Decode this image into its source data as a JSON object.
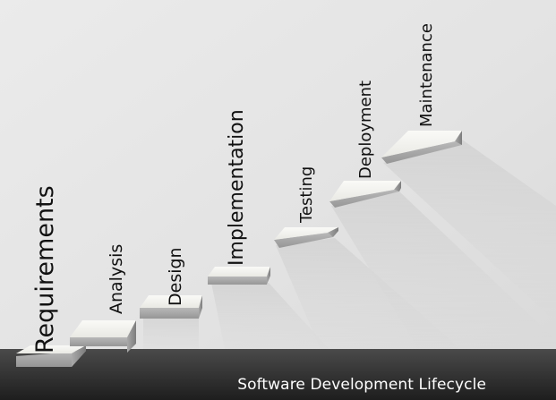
{
  "diagram": {
    "steps": [
      {
        "id": "requirements",
        "label": "Requirements"
      },
      {
        "id": "analysis",
        "label": "Analysis"
      },
      {
        "id": "design",
        "label": "Design"
      },
      {
        "id": "implementation",
        "label": "Implementation"
      },
      {
        "id": "testing",
        "label": "Testing"
      },
      {
        "id": "deployment",
        "label": "Deployment"
      },
      {
        "id": "maintenance",
        "label": "Maintenance"
      }
    ]
  },
  "caption": {
    "text": "Software Development Lifecycle"
  },
  "colors": {
    "wall": "#e6e6e6",
    "floor": "#2a2a2a",
    "step_top": "#f5f5f1",
    "step_side": "#8e8e8e",
    "label": "#111111",
    "caption_text": "#ffffff"
  }
}
